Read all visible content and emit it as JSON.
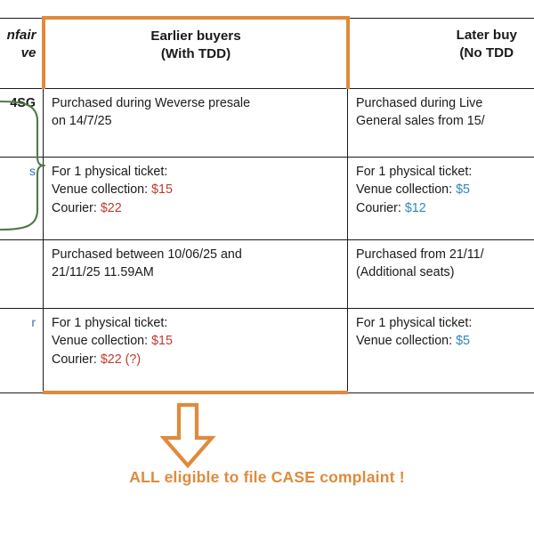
{
  "table": {
    "columns": [
      {
        "id": "left",
        "header_line1": "nfair",
        "header_line2": "ve",
        "clipped": true
      },
      {
        "id": "mid",
        "header_line1": "Earlier buyers",
        "header_line2": "(With TDD)",
        "highlighted": true
      },
      {
        "id": "right",
        "header_line1": "Later buy",
        "header_line2": "(No TDD",
        "clipped": true
      }
    ],
    "rows": [
      {
        "kind": "purchase",
        "left": "4SG",
        "mid_lines": [
          "Purchased during Weverse presale",
          "on 14/7/25"
        ],
        "right_lines": [
          "Purchased during Live",
          "General sales from 15/"
        ]
      },
      {
        "kind": "price",
        "left": "s",
        "mid_lines": [
          "For 1 physical ticket:",
          "Venue collection: ",
          "Courier: "
        ],
        "mid_values": [
          "",
          "$15",
          "$22"
        ],
        "right_lines": [
          "For 1 physical ticket:",
          "Venue collection: ",
          "Courier: "
        ],
        "right_values": [
          "",
          "$5",
          "$12"
        ]
      },
      {
        "kind": "purchase",
        "left": "",
        "mid_lines": [
          "Purchased between 10/06/25 and",
          "21/11/25 11.59AM"
        ],
        "right_lines": [
          "Purchased from 21/11/",
          "(Additional seats)"
        ]
      },
      {
        "kind": "price",
        "left": "r",
        "mid_lines": [
          "For 1 physical ticket:",
          "Venue collection: ",
          "Courier: "
        ],
        "mid_values": [
          "",
          "$15",
          "$22 (?)"
        ],
        "right_lines": [
          "For 1 physical ticket:",
          "Venue collection: "
        ],
        "right_values": [
          "",
          "$5"
        ]
      }
    ]
  },
  "footer": {
    "note": "ALL eligible to file CASE complaint !"
  },
  "colors": {
    "accent_orange": "#E08A3C",
    "money_red": "#C0392B",
    "money_blue": "#2E86C1",
    "brace_green": "#4F7A46",
    "left_blue": "#3D6BB3",
    "table_border": "#1A1A1A"
  },
  "icons": {
    "down_arrow": "down-arrow-icon",
    "brace": "curly-brace-icon"
  }
}
